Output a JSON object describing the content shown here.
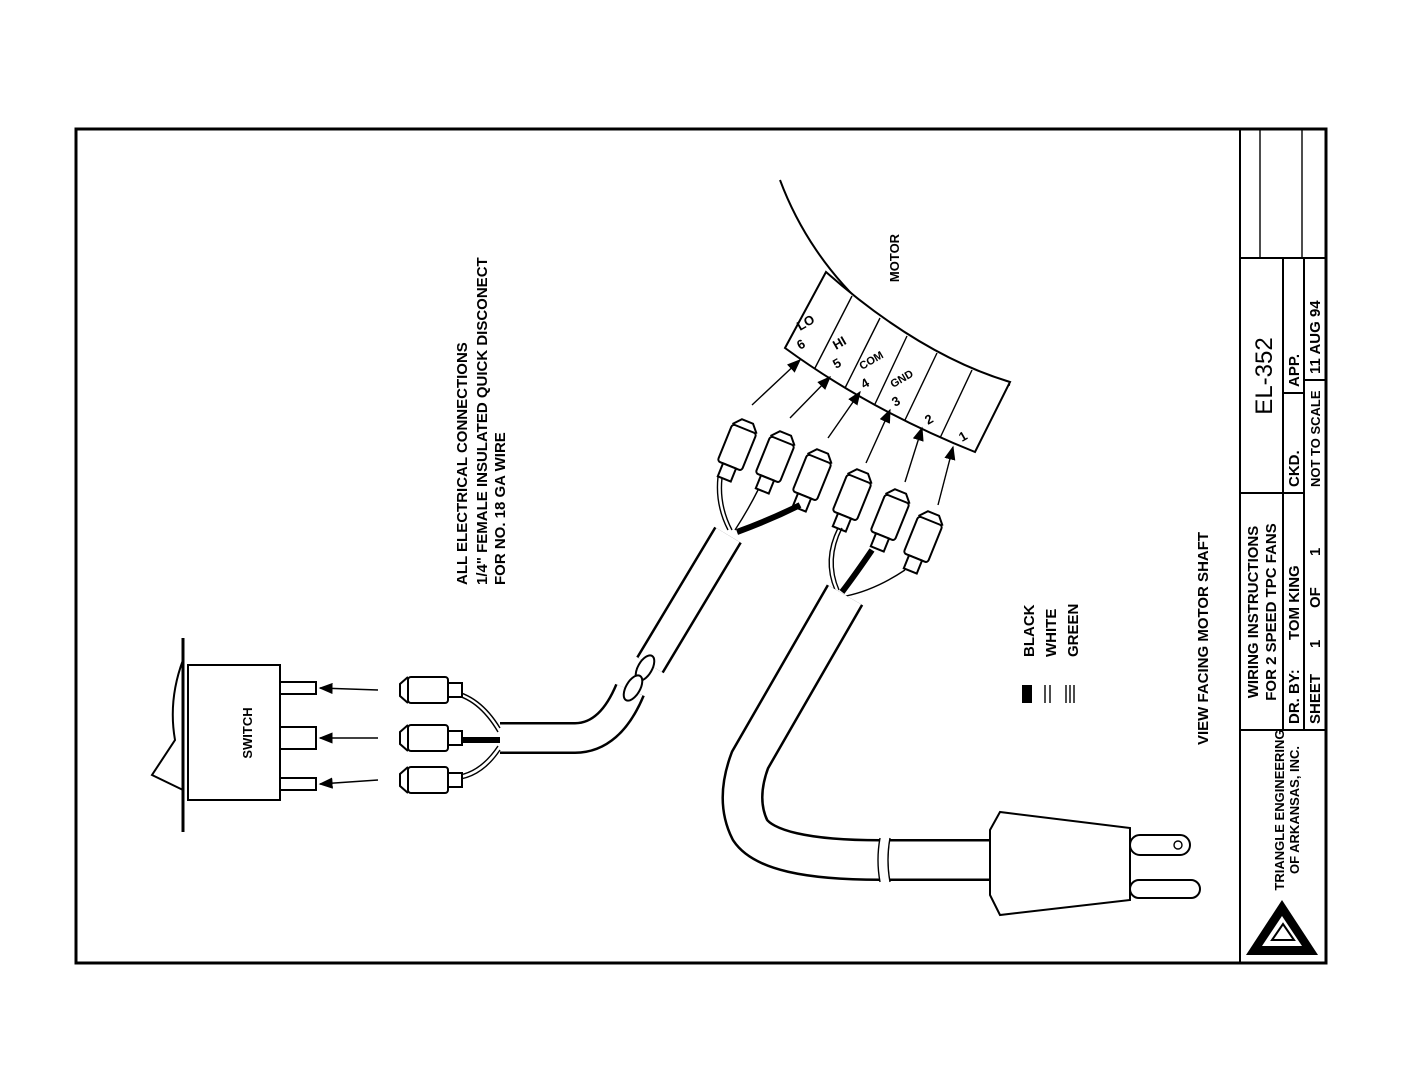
{
  "notes": {
    "line1": "ALL ELECTRICAL CONNECTIONS",
    "line2": "1/4\" FEMALE INSULATED QUICK DISCONECT",
    "line3": "FOR NO. 18 GA WIRE"
  },
  "motor": {
    "label": "MOTOR",
    "terminals": [
      {
        "name": "LO",
        "number": "6"
      },
      {
        "name": "HI",
        "number": "5"
      },
      {
        "name": "COM",
        "number": "4"
      },
      {
        "name": "GND",
        "number": "3"
      },
      {
        "name": "",
        "number": "2"
      },
      {
        "name": "",
        "number": "1"
      }
    ]
  },
  "switch_label": "SWITCH",
  "view_label": "VIEW FACING MOTOR SHAFT",
  "legend": {
    "black": "BLACK",
    "white": "WHITE",
    "green": "GREEN"
  },
  "title_block": {
    "company_line1": "TRIANGLE ENGINEERING",
    "company_line2": "OF ARKANSAS, INC.",
    "title_line1": "WIRING INSTRUCTIONS",
    "title_line2": "FOR 2 SPEED TPC FANS",
    "drawing_number": "EL-352",
    "dr_by_label": "DR. BY:",
    "dr_by": "TOM KING",
    "ckd_label": "CKD.",
    "app_label": "APP.",
    "sheet_label": "SHEET",
    "sheet_num": "1",
    "sheet_of": "OF",
    "sheet_total": "1",
    "scale": "NOT TO SCALE",
    "date": "11 AUG 94"
  }
}
